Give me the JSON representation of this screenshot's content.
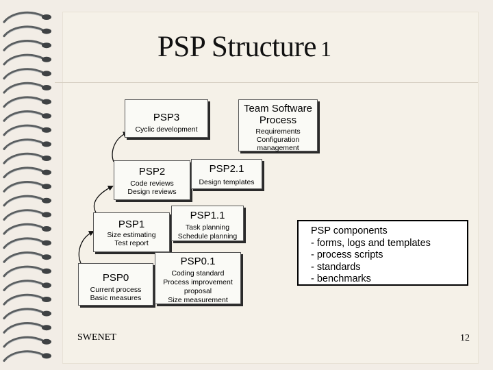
{
  "title": {
    "main": "PSP Structure",
    "number": "1"
  },
  "levels": {
    "psp3": {
      "name": "PSP3",
      "items": [
        "Cyclic development"
      ]
    },
    "tsp": {
      "name_line1": "Team Software",
      "name_line2": "Process",
      "items": [
        "Requirements",
        "Configuration",
        "management"
      ]
    },
    "psp2": {
      "name": "PSP2",
      "items": [
        "Code reviews",
        "Design reviews"
      ]
    },
    "psp2_1": {
      "name": "PSP2.1",
      "items": [
        "Design templates"
      ]
    },
    "psp1": {
      "name": "PSP1",
      "items": [
        "Size estimating",
        "Test report"
      ]
    },
    "psp1_1": {
      "name": "PSP1.1",
      "items": [
        "Task planning",
        "Schedule planning"
      ]
    },
    "psp0": {
      "name": "PSP0",
      "items": [
        "Current process",
        "Basic measures"
      ]
    },
    "psp0_1": {
      "name": "PSP0.1",
      "items": [
        "Coding standard",
        "Process improvement",
        "proposal",
        "Size measurement"
      ]
    }
  },
  "components": [
    "PSP components",
    "- forms, logs and templates",
    "- process scripts",
    "- standards",
    "- benchmarks"
  ],
  "footer": {
    "org": "SWENET",
    "page": "12"
  }
}
